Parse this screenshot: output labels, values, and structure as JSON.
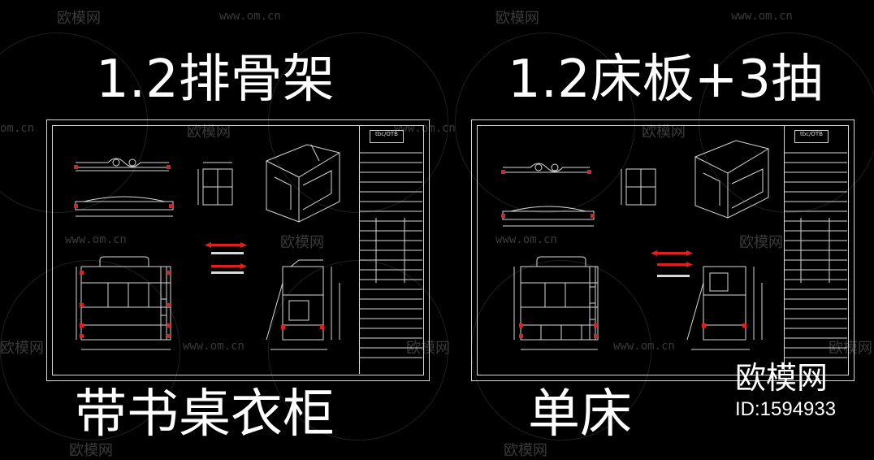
{
  "titles": {
    "top_left": "1.2排骨架",
    "top_right": "1.2床板+3抽",
    "bottom_left": "带书桌衣柜",
    "bottom_right": "单床"
  },
  "watermark": {
    "brand": "欧模网",
    "url": "www.om.cn",
    "url_short": "om.cn"
  },
  "sheet_labels": {
    "logo": "tbc/OTB"
  },
  "footer_brand": {
    "name": "欧模网",
    "id": "ID:1594933"
  },
  "colors": {
    "background": "#000000",
    "lines": "#d8d8d8",
    "accent_red": "#e02020",
    "dim_yellow": "#e8e06a"
  }
}
